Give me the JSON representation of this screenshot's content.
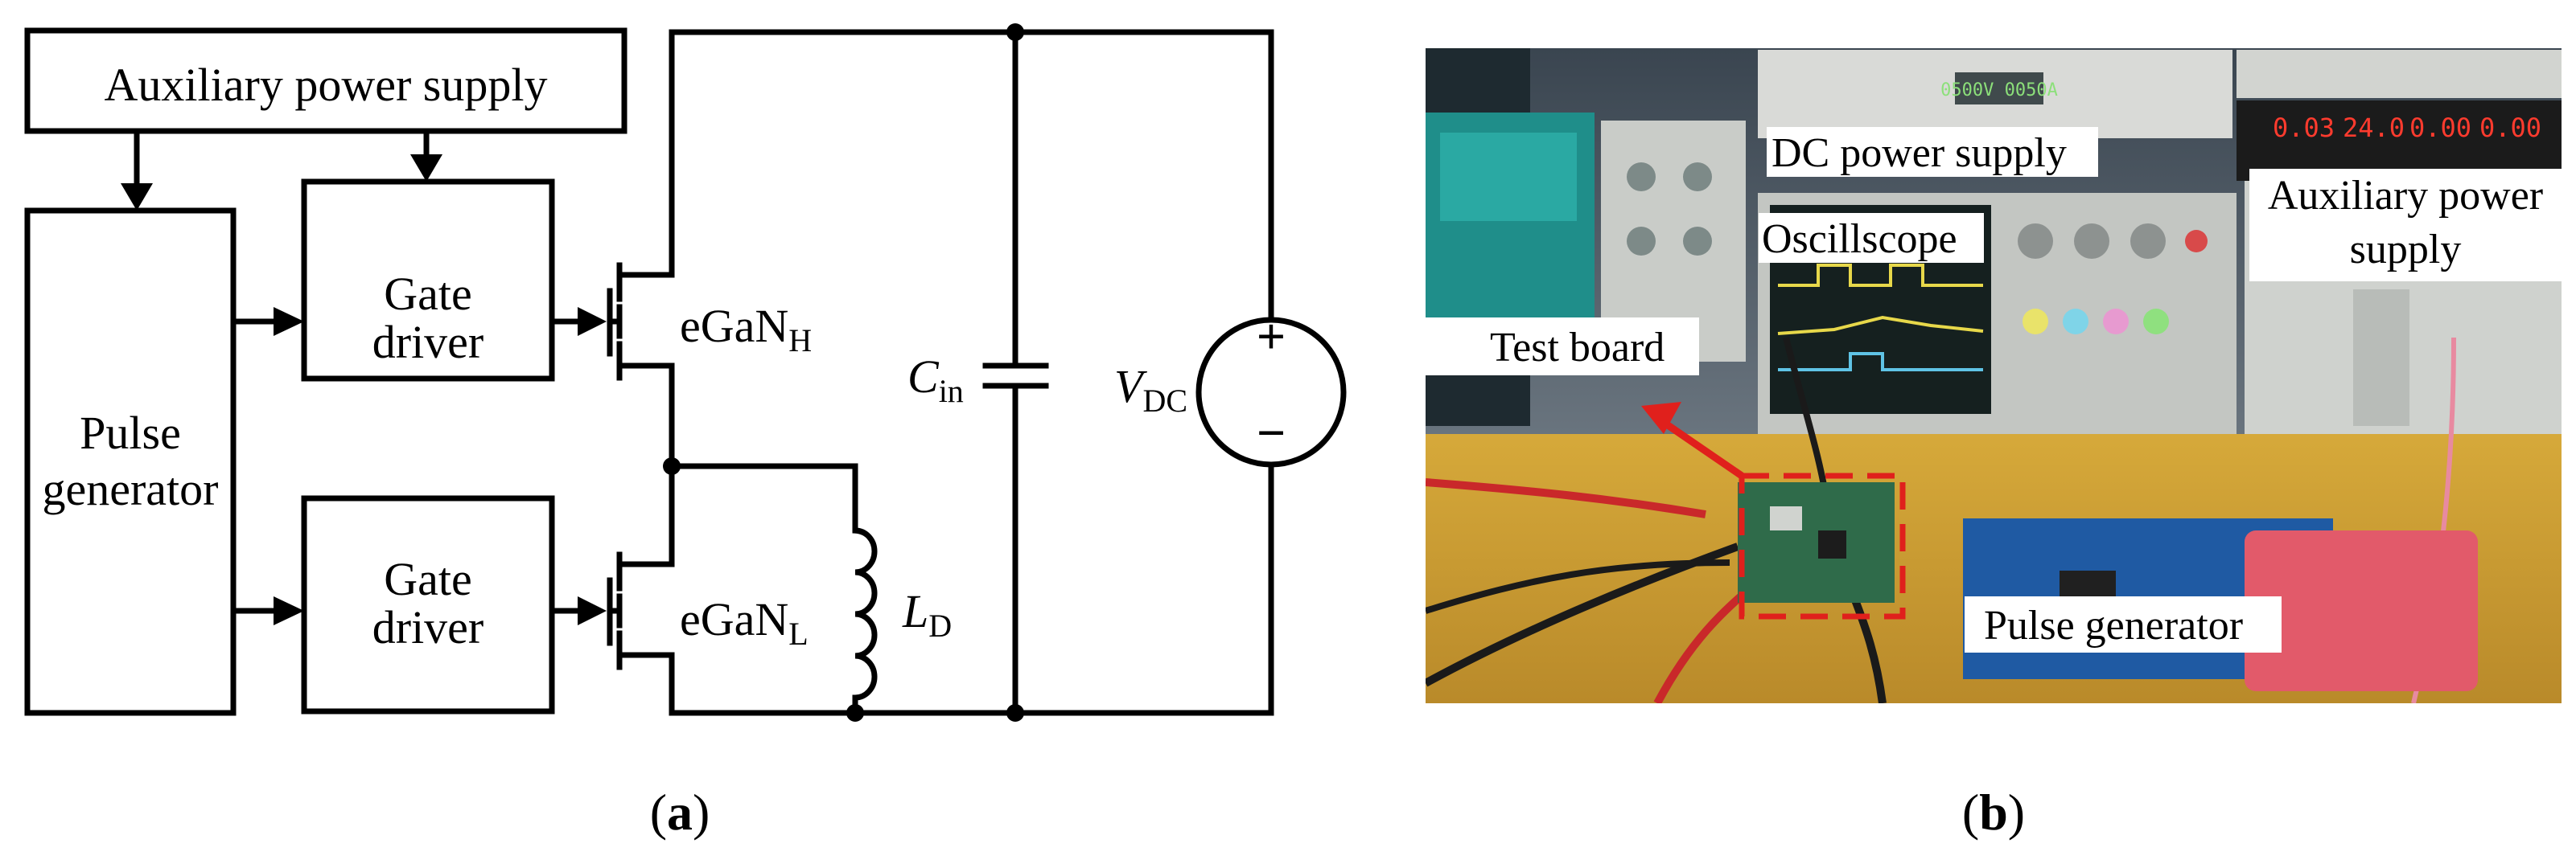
{
  "panel_a": {
    "caption": "a",
    "aux_supply": "Auxiliary power supply",
    "pulse_gen_line1": "Pulse",
    "pulse_gen_line2": "generator",
    "gate_driver_top_line1": "Gate",
    "gate_driver_top_line2": "driver",
    "gate_driver_bottom_line1": "Gate",
    "gate_driver_bottom_line2": "driver",
    "hs_switch": "eGaN",
    "hs_switch_sub": "H",
    "ls_switch": "eGaN",
    "ls_switch_sub": "L",
    "inductor": "L",
    "inductor_sub": "D",
    "capacitor": "C",
    "capacitor_sub": "in",
    "source": "V",
    "source_sub": "DC",
    "plus": "+",
    "minus": "−"
  },
  "panel_b": {
    "caption": "b",
    "dc_supply": "DC power supply",
    "oscilloscope": "Oscillscope",
    "aux_line1": "Auxiliary power",
    "aux_line2": "supply",
    "test_board": "Test board",
    "pulse_generator": "Pulse generator",
    "panel_readout_1": "0.03",
    "panel_readout_2": "24.0",
    "panel_readout_3": "0.00",
    "panel_readout_4": "0.00",
    "highlight_color": "#e0201c"
  },
  "caption_open": "(",
  "caption_close": ")"
}
